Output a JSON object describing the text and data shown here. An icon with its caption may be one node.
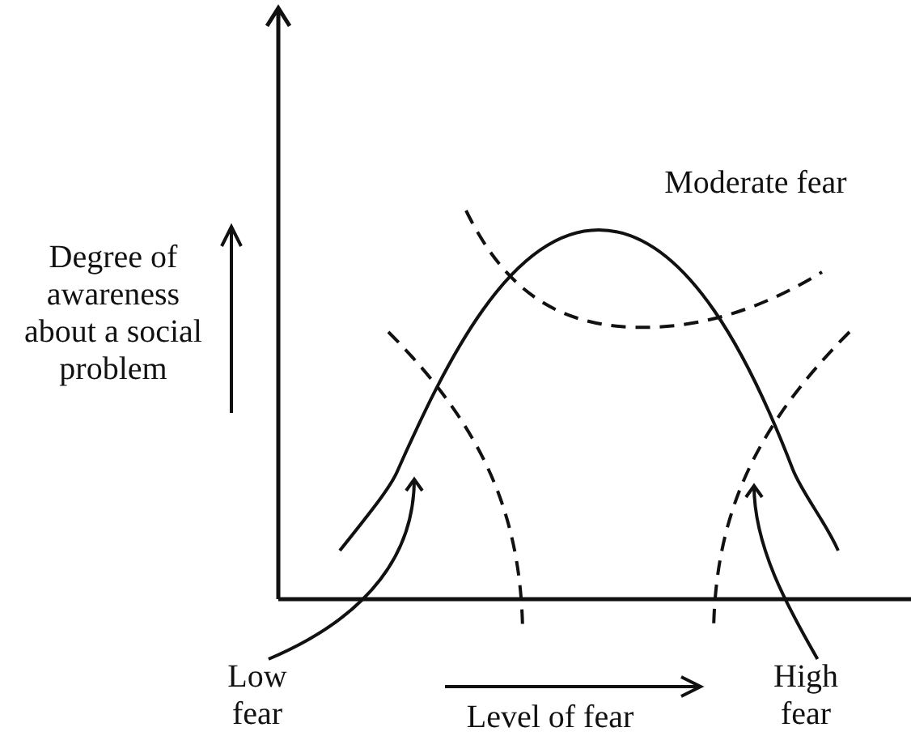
{
  "diagram": {
    "nodes": [
      {
        "text": [
          "Low fear"
        ]
      },
      {
        "text": [
          "High fear"
        ]
      }
    ],
    "edges": [
      {
        "from": 0,
        "to": null,
        "arrow": "to"
      },
      {
        "from": 1,
        "to": null,
        "arrow": "to"
      }
    ],
    "labels": [
      "Degree of awareness about a social problem",
      "Moderate fear",
      "Level of fear"
    ]
  }
}
